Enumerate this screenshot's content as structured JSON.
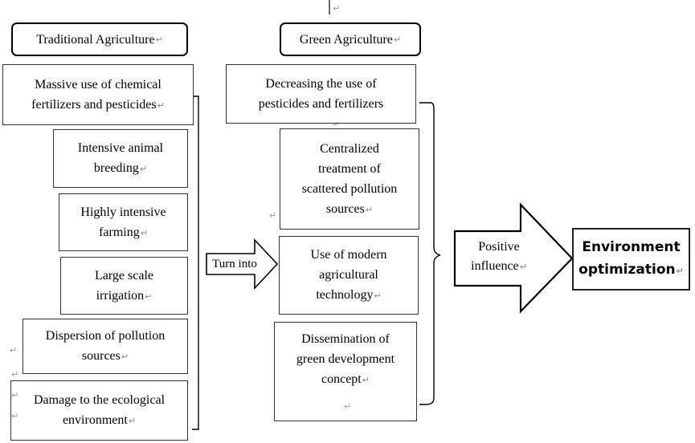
{
  "headers": {
    "traditional": "Traditional Agriculture",
    "green": "Green Agriculture"
  },
  "traditional_items": [
    {
      "line1": "Massive use of chemical",
      "line2": "fertilizers and pesticides"
    },
    {
      "line1": "Intensive animal",
      "line2": "breeding"
    },
    {
      "line1": "Highly intensive",
      "line2": "farming"
    },
    {
      "line1": "Large scale",
      "line2": "irrigation"
    },
    {
      "line1": "Dispersion of pollution",
      "line2": "sources"
    },
    {
      "line1": "Damage to the ecological",
      "line2": "environment"
    }
  ],
  "green_items": [
    {
      "line1": "Decreasing the use of",
      "line2": "pesticides and fertilizers"
    },
    {
      "line1": "Centralized",
      "line2": "treatment of",
      "line3": "scattered pollution",
      "line4": "sources"
    },
    {
      "line1": "Use of modern",
      "line2": "agricultural",
      "line3": "technology"
    },
    {
      "line1": "Dissemination of",
      "line2": "green development",
      "line3": "concept"
    }
  ],
  "arrows": {
    "turn_into": "Turn into",
    "positive_line1": "Positive",
    "positive_line2": "influence"
  },
  "result": {
    "line1": "Environment",
    "line2": "optimization"
  },
  "return_mark": "↵"
}
